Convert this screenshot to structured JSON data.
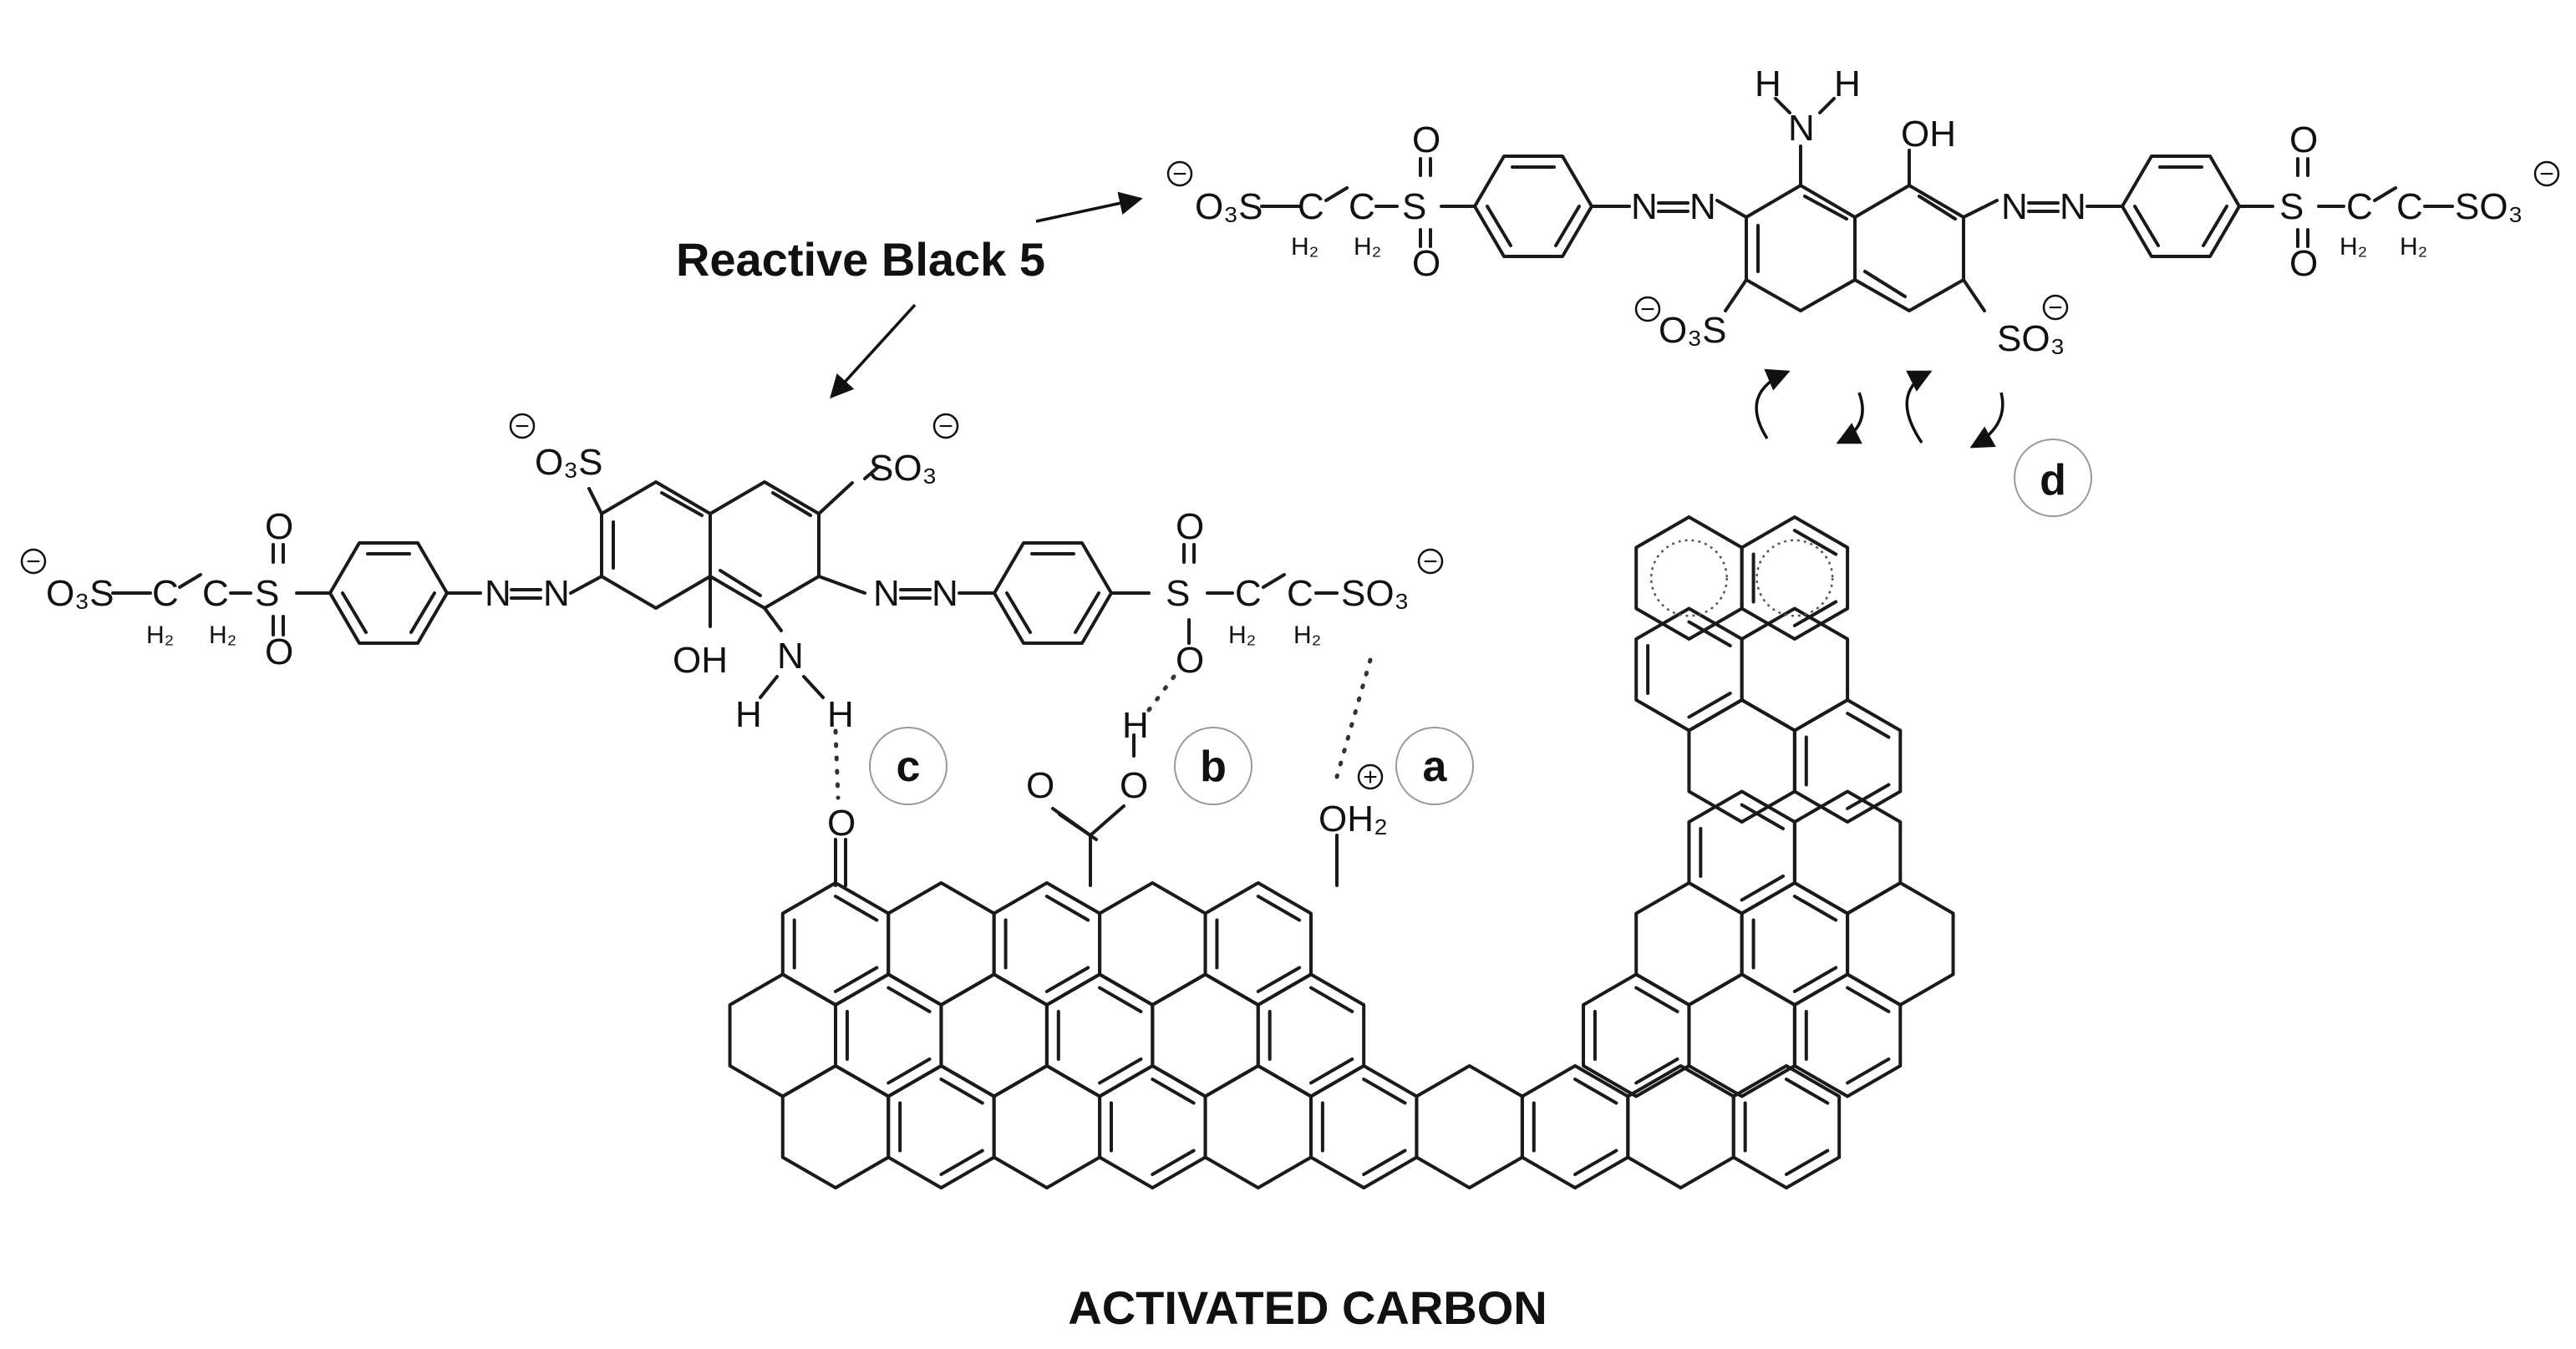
{
  "title": "Reactive Black 5",
  "footer": "ACTIVATED CARBON",
  "badges": [
    "a",
    "b",
    "c",
    "d"
  ],
  "atoms": {
    "o3s": "O₃S",
    "so3": "SO₃",
    "oh": "OH",
    "o": "O",
    "s": "S",
    "n": "N",
    "h": "H",
    "c": "C",
    "h2": "H₂",
    "oh2": "OH₂",
    "minus": "−",
    "plus": "+"
  }
}
